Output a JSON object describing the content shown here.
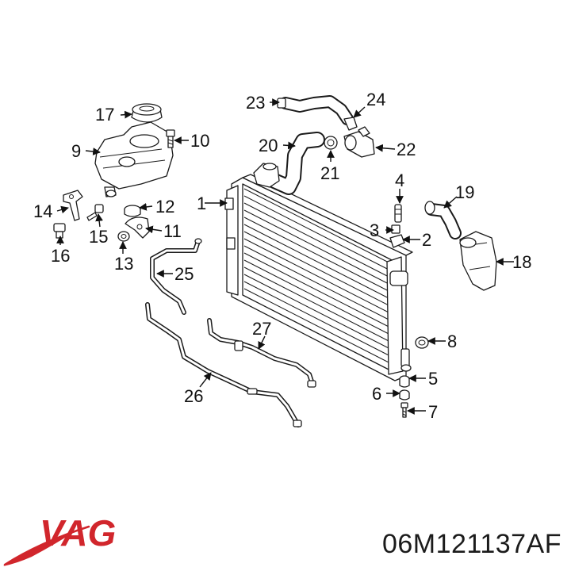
{
  "brand": {
    "logo_text": "VAG",
    "logo_color": "#d1262c"
  },
  "part_number": "06M121137AF",
  "callouts": {
    "c1": "1",
    "c2": "2",
    "c3": "3",
    "c4": "4",
    "c5": "5",
    "c6": "6",
    "c7": "7",
    "c8": "8",
    "c9": "9",
    "c10": "10",
    "c11": "11",
    "c12": "12",
    "c13": "13",
    "c14": "14",
    "c15": "15",
    "c16": "16",
    "c17": "17",
    "c18": "18",
    "c19": "19",
    "c20": "20",
    "c21": "21",
    "c22": "22",
    "c23": "23",
    "c24": "24",
    "c25": "25",
    "c26": "26",
    "c27": "27"
  }
}
